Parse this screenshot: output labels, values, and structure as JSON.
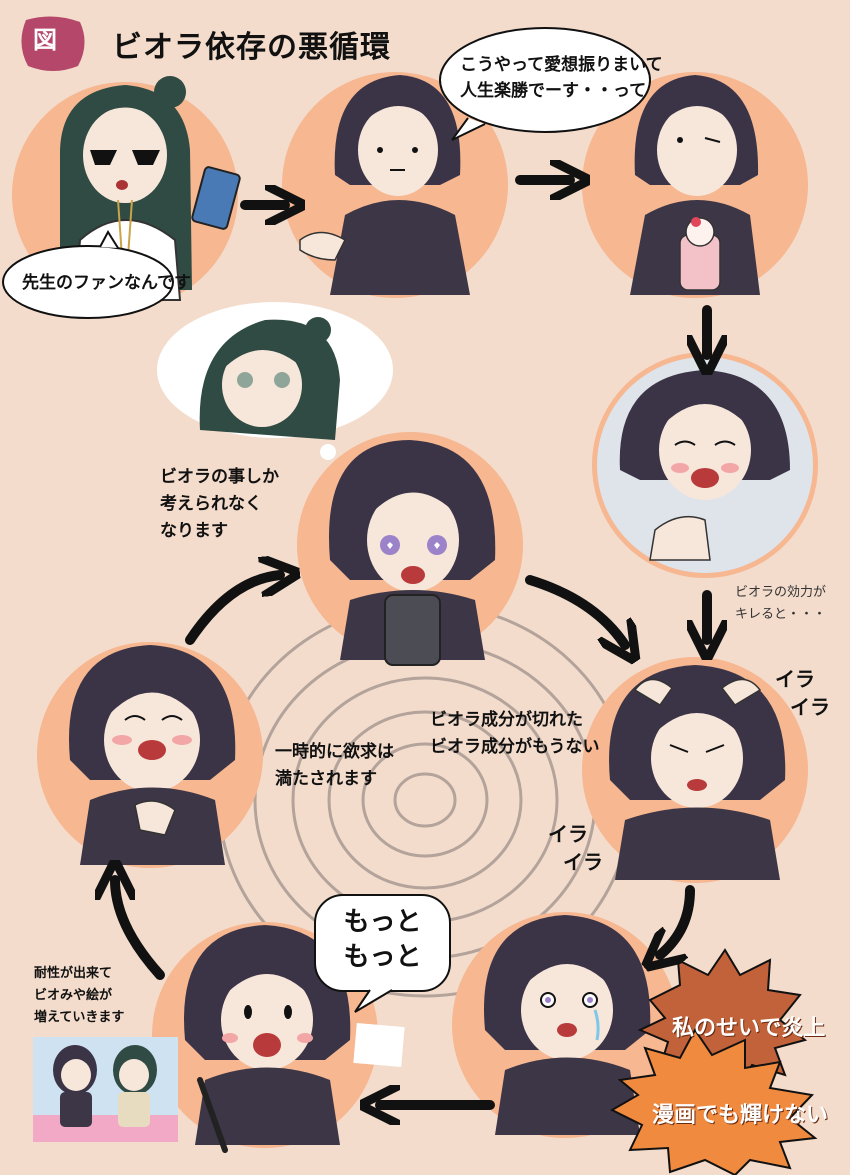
{
  "title": {
    "badge": "図",
    "text": "ビオラ依存の悪循環"
  },
  "bubbles": {
    "fan": "先生のファンなんです",
    "aiso_line1": "こうやって愛想振りまいて",
    "aiso_line2": "人生楽勝でーす・・って",
    "motto_line1": "もっと",
    "motto_line2": "もっと"
  },
  "captions": {
    "only_biora_1": "ビオラの事しか",
    "only_biora_2": "考えられなく",
    "only_biora_3": "なります",
    "kouryoku_1": "ビオラの効力が",
    "kouryoku_2": "キレると・・・",
    "seibun_1": "ビオラ成分が切れた",
    "seibun_2": "ビオラ成分がもうない",
    "ichiji_1": "一時的に欲求は",
    "ichiji_2": "満たされます",
    "taisei_1": "耐性が出来て",
    "taisei_2": "ビオみや絵が",
    "taisei_3": "増えていきます",
    "ira": "イラ"
  },
  "bursts": {
    "enjou": "私のせいで炎上",
    "manga": "漫画でも輝けない"
  },
  "colors": {
    "background": "#f3dccc",
    "circle": "#f6b791",
    "hair_dark": "#3b3447",
    "hair_green": "#2f4b43",
    "burst_dark": "#c2623a",
    "burst_light": "#ef8a3e",
    "badge": "#b5476b"
  }
}
